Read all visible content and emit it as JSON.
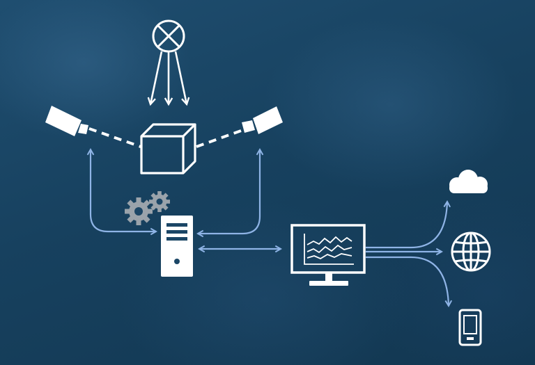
{
  "diagram": {
    "nodes": [
      {
        "id": "sensor",
        "icon": "sensor-crosshair-icon"
      },
      {
        "id": "camera-left",
        "icon": "camera-icon"
      },
      {
        "id": "camera-right",
        "icon": "camera-icon"
      },
      {
        "id": "object",
        "icon": "cube-icon"
      },
      {
        "id": "processing",
        "icon": "gears-icon"
      },
      {
        "id": "server",
        "icon": "server-tower-icon"
      },
      {
        "id": "monitor",
        "icon": "monitor-chart-icon"
      },
      {
        "id": "cloud",
        "icon": "cloud-icon"
      },
      {
        "id": "web",
        "icon": "globe-icon"
      },
      {
        "id": "mobile",
        "icon": "smartphone-icon"
      }
    ],
    "edges": [
      {
        "from": "sensor",
        "to": "object",
        "style": "arrows"
      },
      {
        "from": "camera-left",
        "to": "object",
        "style": "dashed"
      },
      {
        "from": "camera-right",
        "to": "object",
        "style": "dashed"
      },
      {
        "from": "server",
        "to": "camera-left",
        "style": "double-arrow"
      },
      {
        "from": "server",
        "to": "camera-right",
        "style": "double-arrow"
      },
      {
        "from": "server",
        "to": "monitor",
        "style": "double-arrow"
      },
      {
        "from": "monitor",
        "to": "cloud",
        "style": "arrow"
      },
      {
        "from": "monitor",
        "to": "web",
        "style": "arrow"
      },
      {
        "from": "monitor",
        "to": "mobile",
        "style": "arrow"
      }
    ]
  },
  "colors": {
    "background": "#1a4565",
    "icon_white": "#ffffff",
    "connector_blue": "#8fb4e6",
    "gear_gray": "#9aa3ab"
  }
}
